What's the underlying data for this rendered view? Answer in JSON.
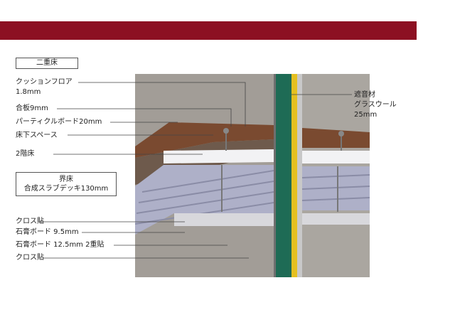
{
  "header_box": "二重床",
  "labels": {
    "cushion_floor_1": "クッションフロア",
    "cushion_floor_2": "1.8mm",
    "plywood": "合板9mm",
    "particle_board": "パーティクルボード20mm",
    "underfloor_space": "床下スペース",
    "second_floor": "2階床",
    "interfloor_box_1": "界床",
    "interfloor_box_2": "合成スラブデッキ130mm",
    "cloth_upper": "クロス貼",
    "gypsum_95": "石膏ボード 9.5mm",
    "gypsum_125": "石膏ボード 12.5mm 2重貼",
    "cloth_lower": "クロス貼",
    "insulation_1": "遮音材",
    "insulation_2": "グラスウール",
    "insulation_3": "25mm"
  },
  "colors": {
    "band": "#8c1022",
    "wall": "#9f9b96",
    "floor_top": "#7a4a30",
    "deck": "#aeb0c8",
    "green_stud": "#1e6b55",
    "yellow_insulation": "#e5c020"
  }
}
